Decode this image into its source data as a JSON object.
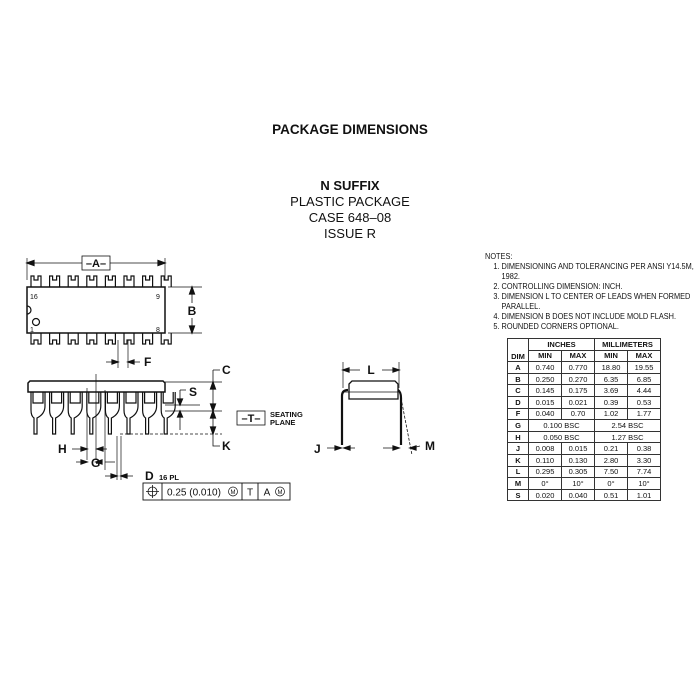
{
  "title": "PACKAGE DIMENSIONS",
  "package": {
    "suffix": "N SUFFIX",
    "type": "PLASTIC PACKAGE",
    "case": "CASE 648–08",
    "issue": "ISSUE R"
  },
  "drawing_labels": {
    "A": "–A–",
    "B": "B",
    "F": "F",
    "C": "C",
    "S": "S",
    "K": "K",
    "T": "–T–",
    "seating_1": "SEATING",
    "seating_2": "PLANE",
    "H": "H",
    "G": "G",
    "D": "D",
    "pl": "16 PL",
    "L": "L",
    "J": "J",
    "M": "M",
    "pin16": "16",
    "pin9": "9",
    "pin1": "1",
    "pin8": "8",
    "fcf_tol": "0.25 (0.010)",
    "fcf_mod": "M",
    "fcf_t": "T",
    "fcf_a": "A"
  },
  "notes": {
    "heading": "NOTES:",
    "items": [
      "DIMENSIONING AND TOLERANCING PER ANSI Y14.5M, 1982.",
      "CONTROLLING DIMENSION: INCH.",
      "DIMENSION L TO CENTER OF LEADS WHEN FORMED PARALLEL.",
      "DIMENSION B DOES NOT INCLUDE MOLD FLASH.",
      "ROUNDED CORNERS OPTIONAL."
    ]
  },
  "table": {
    "col_dim": "DIM",
    "group_in": "INCHES",
    "group_mm": "MILLIMETERS",
    "min": "MIN",
    "max": "MAX",
    "rows": [
      {
        "dim": "A",
        "in_min": "0.740",
        "in_max": "0.770",
        "mm_min": "18.80",
        "mm_max": "19.55"
      },
      {
        "dim": "B",
        "in_min": "0.250",
        "in_max": "0.270",
        "mm_min": "6.35",
        "mm_max": "6.85"
      },
      {
        "dim": "C",
        "in_min": "0.145",
        "in_max": "0.175",
        "mm_min": "3.69",
        "mm_max": "4.44"
      },
      {
        "dim": "D",
        "in_min": "0.015",
        "in_max": "0.021",
        "mm_min": "0.39",
        "mm_max": "0.53"
      },
      {
        "dim": "F",
        "in_min": "0.040",
        "in_max": "0.70",
        "mm_min": "1.02",
        "mm_max": "1.77"
      },
      {
        "dim": "G",
        "inches": "0.100 BSC",
        "mm": "2.54 BSC"
      },
      {
        "dim": "H",
        "inches": "0.050 BSC",
        "mm": "1.27 BSC"
      },
      {
        "dim": "J",
        "in_min": "0.008",
        "in_max": "0.015",
        "mm_min": "0.21",
        "mm_max": "0.38"
      },
      {
        "dim": "K",
        "in_min": "0.110",
        "in_max": "0.130",
        "mm_min": "2.80",
        "mm_max": "3.30"
      },
      {
        "dim": "L",
        "in_min": "0.295",
        "in_max": "0.305",
        "mm_min": "7.50",
        "mm_max": "7.74"
      },
      {
        "dim": "M",
        "in_min": "0°",
        "in_max": "10°",
        "mm_min": "0°",
        "mm_max": "10°"
      },
      {
        "dim": "S",
        "in_min": "0.020",
        "in_max": "0.040",
        "mm_min": "0.51",
        "mm_max": "1.01"
      }
    ]
  }
}
